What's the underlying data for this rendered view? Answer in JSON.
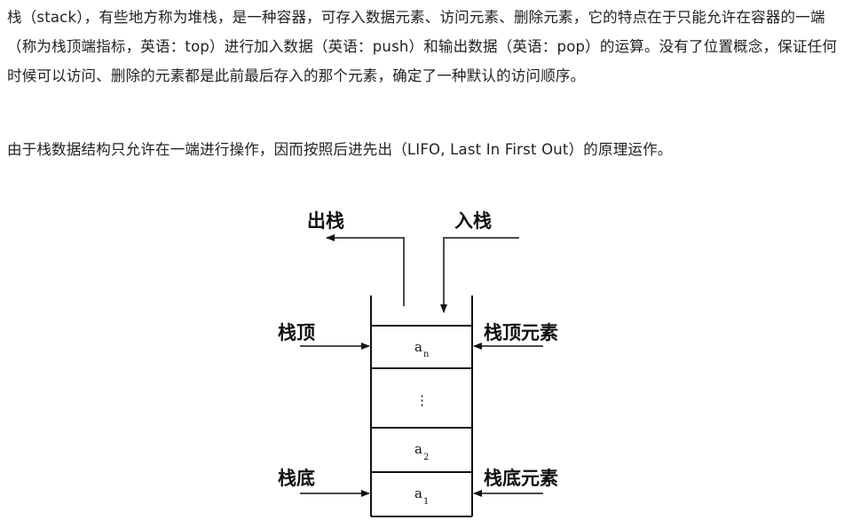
{
  "article": {
    "paragraph1": "栈（stack），有些地方称为堆栈，是一种容器，可存入数据元素、访问元素、删除元素，它的特点在于只能允许在容器的一端（称为栈顶端指标，英语：top）进行加入数据（英语：push）和输出数据（英语：pop）的运算。没有了位置概念，保证任何时候可以访问、删除的元素都是此前最后存入的那个元素，确定了一种默认的访问顺序。",
    "paragraph2": "由于栈数据结构只允许在一端进行操作，因而按照后进先出（LIFO, Last In First Out）的原理运作。"
  },
  "diagram": {
    "pop_label": "出栈",
    "push_label": "入栈",
    "top_label": "栈顶",
    "top_element_label": "栈顶元素",
    "bottom_label": "栈底",
    "bottom_element_label": "栈底元素",
    "cells": [
      {
        "base": "a",
        "sub": "n"
      },
      {
        "base": "⋮",
        "sub": ""
      },
      {
        "base": "a",
        "sub": "2"
      },
      {
        "base": "a",
        "sub": "1"
      }
    ]
  }
}
